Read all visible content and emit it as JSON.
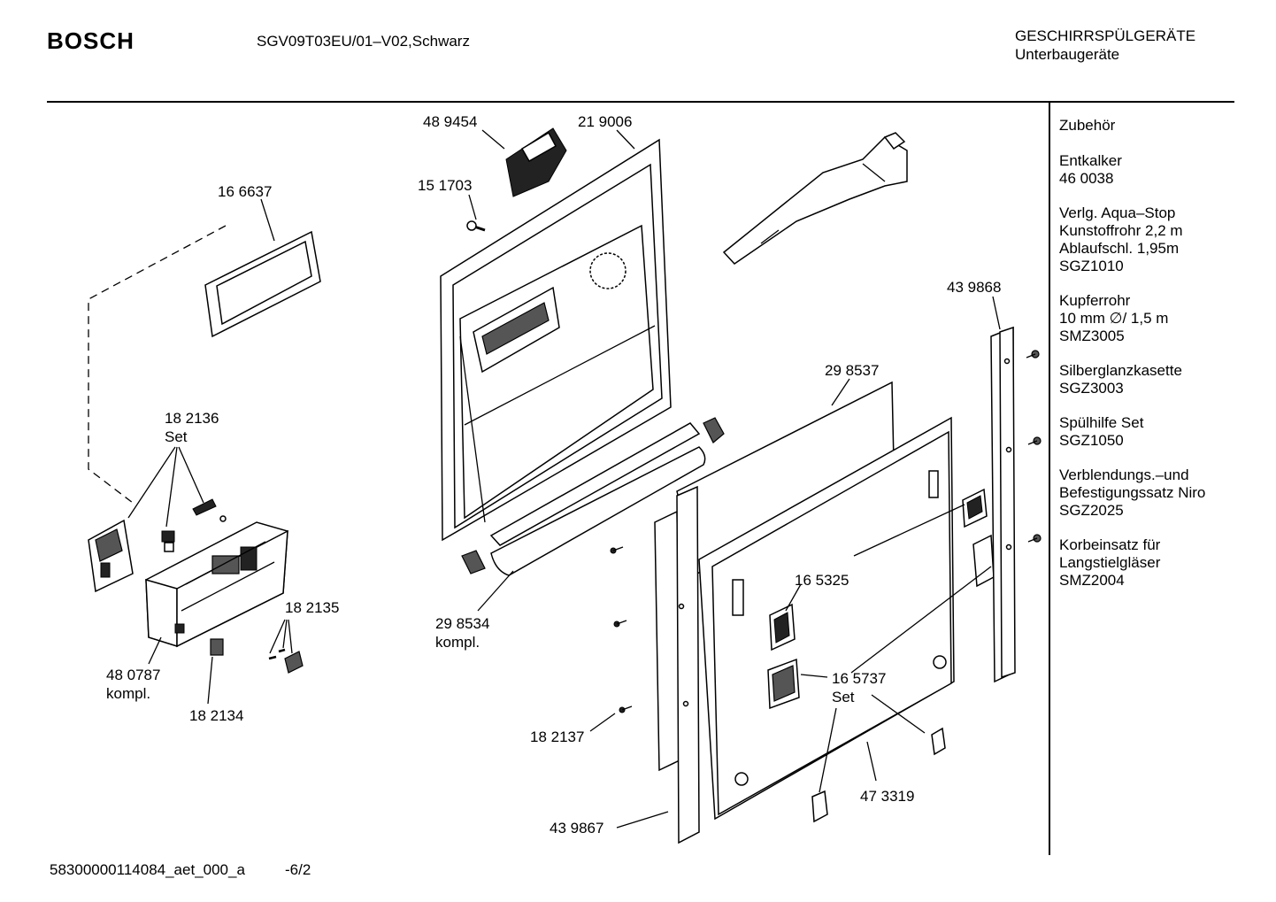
{
  "header": {
    "brand": "BOSCH",
    "model": "SGV09T03EU/01–V02,Schwarz",
    "category_line1": "GESCHIRRSPÜLGERÄTE",
    "category_line2": "Unterbaugeräte"
  },
  "parts": {
    "p1": "48 9454",
    "p2": "21 9006",
    "p3": "15 1703",
    "p4": "16 6637",
    "p5": "43 9868",
    "p6": "29 8537",
    "p7a": "18 2136",
    "p7b": "Set",
    "p8": "18 2135",
    "p9a": "29 8534",
    "p9b": "kompl.",
    "p10": "16 5325",
    "p11a": "48 0787",
    "p11b": "kompl.",
    "p12": "18 2134",
    "p13a": "16 5737",
    "p13b": "Set",
    "p14": "18 2137",
    "p15": "47 3319",
    "p16": "43 9867"
  },
  "accessories": {
    "heading": "Zubehör",
    "groups": [
      [
        "Entkalker",
        "46 0038"
      ],
      [
        "Verlg. Aqua–Stop",
        "Kunstoffrohr 2,2 m",
        "Ablaufschl. 1,95m",
        "SGZ1010"
      ],
      [
        "Kupferrohr",
        "10 mm ∅/ 1,5 m",
        "SMZ3005"
      ],
      [
        "Silberglanzkasette",
        "SGZ3003"
      ],
      [
        "Spülhilfe Set",
        "SGZ1050"
      ],
      [
        "Verblendungs.–und",
        "Befestigungssatz Niro",
        "SGZ2025"
      ],
      [
        "Korbeinsatz für",
        "Langstielgläser",
        "SMZ2004"
      ]
    ]
  },
  "footer": {
    "doc_id": "58300000114084_aet_000_a",
    "page": "-6/2"
  }
}
